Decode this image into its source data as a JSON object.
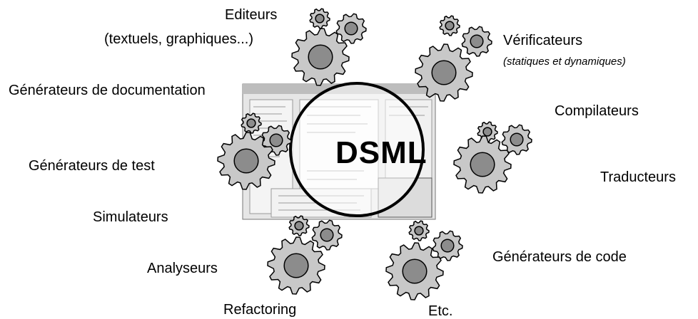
{
  "center": {
    "label": "DSML"
  },
  "tools": {
    "editeurs": "Editeurs",
    "editeurs_detail": "(textuels, graphiques...)",
    "verificateurs": "Vérificateurs",
    "verificateurs_detail": "(statiques et dynamiques)",
    "generateurs_doc": "Générateurs de documentation",
    "compilateurs": "Compilateurs",
    "generateurs_test": "Générateurs de test",
    "traducteurs": "Traducteurs",
    "simulateurs": "Simulateurs",
    "generateurs_code": "Générateurs de code",
    "analyseurs": "Analyseurs",
    "refactoring": "Refactoring",
    "etc": "Etc."
  },
  "colors": {
    "gear_fill": "#c8c8c8",
    "gear_hub": "#8c8c8c",
    "outline": "#000000",
    "screenshot_bg": "#e6e6e6"
  }
}
